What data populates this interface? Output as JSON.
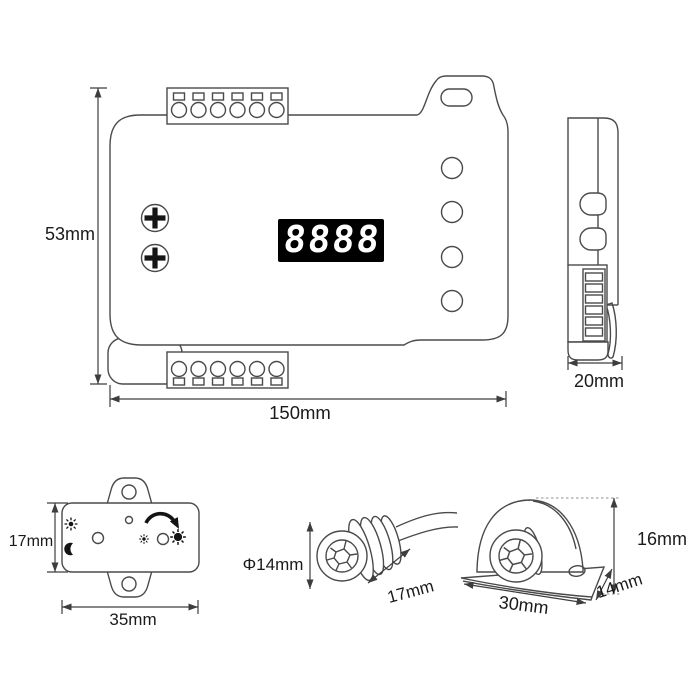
{
  "colors": {
    "line": "#4a4a4a",
    "text": "#1a1a1a",
    "display_bg": "#000000",
    "display_digits": "#ffffff",
    "icon": "#141414"
  },
  "front_view": {
    "height_label": "53mm",
    "width_label": "150mm",
    "display_value": "8888"
  },
  "side_view": {
    "depth_label": "20mm"
  },
  "remote_view": {
    "height_label": "17mm",
    "width_label": "35mm"
  },
  "inline_sensor": {
    "diameter_label": "Φ14mm",
    "length_label": "17mm"
  },
  "bracket_sensor": {
    "height_label": "16mm",
    "depth_label": "14mm",
    "width_label": "30mm"
  }
}
